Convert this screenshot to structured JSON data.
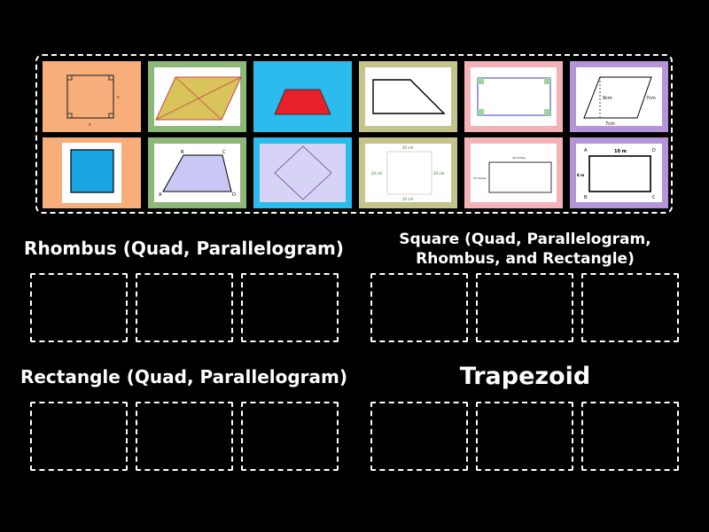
{
  "colors": {
    "background": "#000000",
    "orange": "#F7AE7A",
    "green": "#8DB87A",
    "blue": "#2BBBEC",
    "olive": "#C5C38C",
    "pink": "#F3B2B7",
    "lilac": "#B694D8"
  },
  "cards": [
    {
      "shape": "square-with-right-angles",
      "color": "orange",
      "labels": [
        "s",
        "s"
      ]
    },
    {
      "shape": "rhombus-with-diagonals",
      "color": "green",
      "labels": []
    },
    {
      "shape": "red-trapezoid",
      "color": "blue",
      "labels": []
    },
    {
      "shape": "right-trapezoid-outline",
      "color": "olive",
      "labels": []
    },
    {
      "shape": "rectangle-with-right-angles",
      "color": "pink",
      "labels": []
    },
    {
      "shape": "parallelogram-with-height",
      "color": "lilac",
      "labels": [
        "9cm",
        "7cm",
        "7cm"
      ]
    },
    {
      "shape": "blue-square",
      "color": "orange",
      "labels": []
    },
    {
      "shape": "trapezoid-abcd",
      "color": "green",
      "labels": [
        "B",
        "C",
        "A",
        "D"
      ]
    },
    {
      "shape": "rhombus-on-lavender",
      "color": "blue",
      "labels": []
    },
    {
      "shape": "square-20cm",
      "color": "olive",
      "labels": [
        "20 cm",
        "20 cm",
        "20 cm",
        "20 cm"
      ]
    },
    {
      "shape": "rectangle-inches",
      "color": "pink",
      "labels": [
        "30 inches",
        "15 inches"
      ]
    },
    {
      "shape": "rectangle-abcd",
      "color": "lilac",
      "labels": [
        "10 m",
        "6 m",
        "A",
        "B",
        "C",
        "D"
      ]
    }
  ],
  "categories": [
    {
      "title": "Rhombus (Quad, Parallelogram)"
    },
    {
      "title_line1": "Square (Quad, Parallelogram,",
      "title_line2": "Rhombus, and Rectangle)"
    },
    {
      "title": "Rectangle (Quad, Parallelogram)"
    },
    {
      "title": "Trapezoid"
    }
  ]
}
